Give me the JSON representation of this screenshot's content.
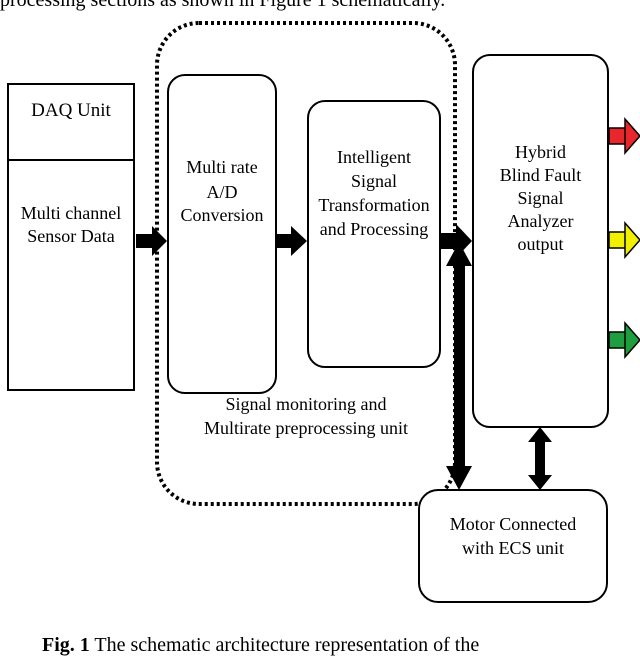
{
  "header_text": "processing sections as shown in Figure 1 schematically.",
  "blocks": {
    "daq": {
      "title": "DAQ Unit",
      "body": [
        "Multi channel",
        "Sensor Data"
      ]
    },
    "adc": {
      "lines": [
        "Multi rate",
        "A/D",
        "Conversion"
      ]
    },
    "transform": {
      "lines": [
        "Intelligent",
        "Signal",
        "Transformation",
        "and Processing"
      ]
    },
    "analyzer": {
      "lines": [
        "Hybrid",
        "Blind Fault",
        "Signal",
        "Analyzer",
        "output"
      ]
    },
    "motor": {
      "lines": [
        "Motor Connected",
        "with ECS unit"
      ]
    },
    "preprocessing_group": {
      "lines": [
        "Signal monitoring and",
        "Multirate preprocessing unit"
      ]
    }
  },
  "output_arrow_colors": [
    "#e8262b",
    "#f2ef00",
    "#1e9e3e"
  ],
  "caption": {
    "label": "Fig. 1",
    "text": " The schematic architecture representation of the"
  }
}
